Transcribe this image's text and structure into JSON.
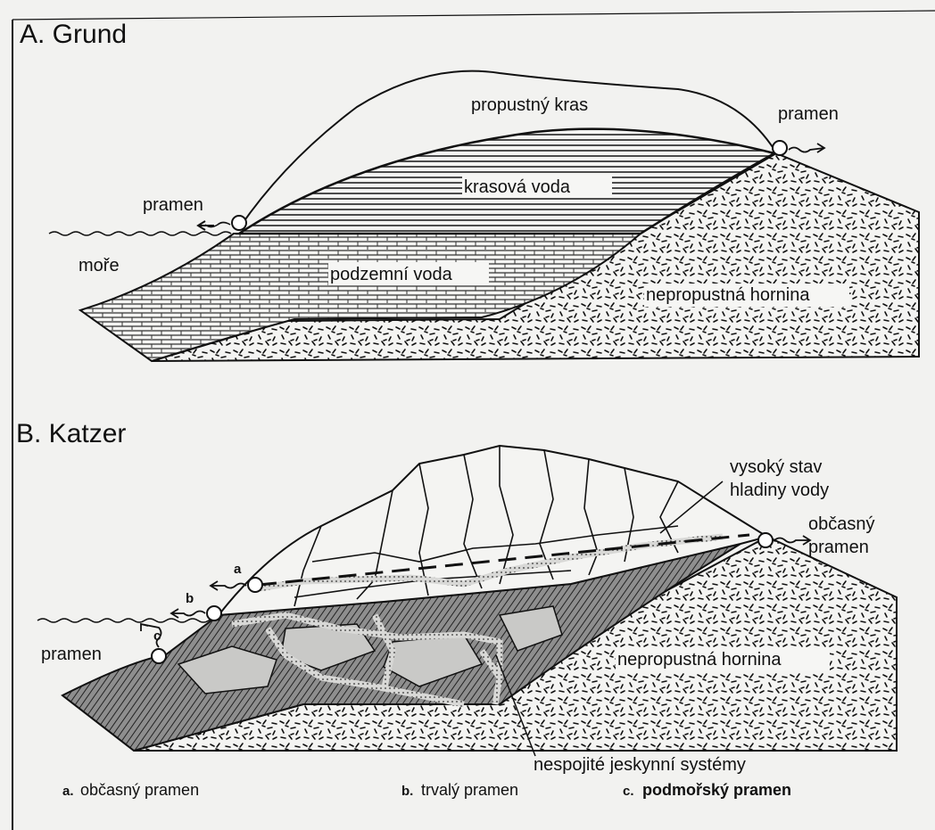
{
  "panel_a": {
    "title": "A. Grund",
    "labels": {
      "permeable_karst": "propustný kras",
      "spring_right": "pramen",
      "karst_water": "krasová voda",
      "spring_left": "pramen",
      "sea": "moře",
      "groundwater": "podzemní voda",
      "impermeable_rock": "nepropustná hornina"
    }
  },
  "panel_b": {
    "title": "B. Katzer",
    "labels": {
      "high_water_line1": "vysoký stav",
      "high_water_line2": "hladiny vody",
      "occasional_spring_line1": "občasný",
      "occasional_spring_line2": "pramen",
      "spring": "pramen",
      "impermeable_rock": "nepropustná hornina",
      "discontinuous_caves": "nespojité jeskynní systémy"
    },
    "spring_markers": [
      "a",
      "b",
      "c"
    ]
  },
  "legend": [
    {
      "letter": "a.",
      "text": "občasný pramen",
      "bold": false
    },
    {
      "letter": "b.",
      "text": "trvalý pramen",
      "bold": false
    },
    {
      "letter": "c.",
      "text": "podmořský pramen",
      "bold": true
    }
  ],
  "colors": {
    "paper": "#f2f2f0",
    "ink": "#111111"
  }
}
